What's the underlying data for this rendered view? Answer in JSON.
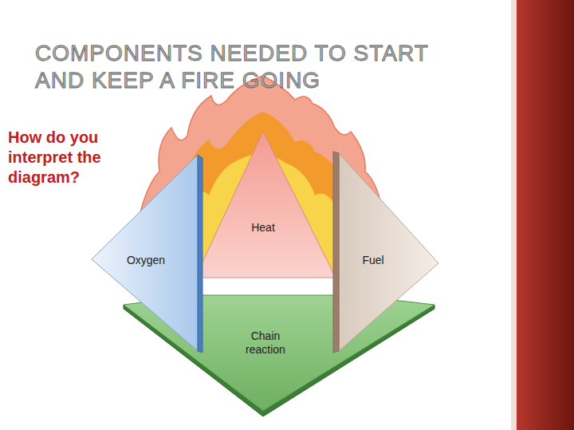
{
  "diagram": {
    "title": "COMPONENTS NEEDED TO START AND KEEP A FIRE GOING",
    "nodes": [
      {
        "text": [
          "Heat"
        ]
      },
      {
        "text": [
          "Oxygen"
        ]
      },
      {
        "text": [
          "Fuel"
        ]
      },
      {
        "text": [
          "Chain reaction"
        ]
      }
    ],
    "labels": [
      "How do you interpret the diagram?"
    ]
  }
}
